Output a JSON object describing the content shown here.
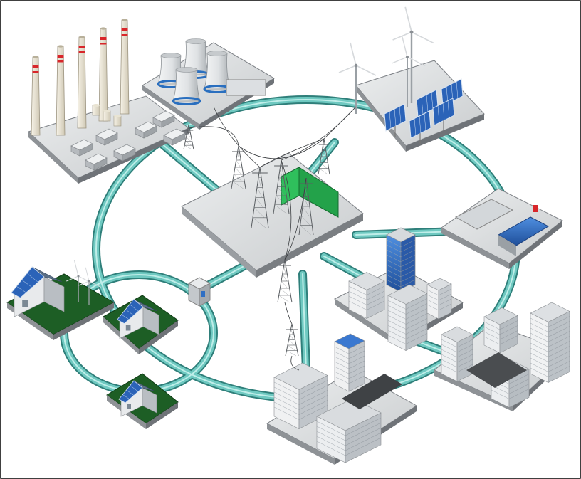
{
  "image": {
    "title": "",
    "labels": []
  },
  "colors": {
    "ring_outer": "#2f7f7a",
    "ring_inner": "#6fc9c1",
    "ring_highlight": "#bfeee9",
    "platform_top": "#d9dbdd",
    "platform_side": "#8e9296",
    "building_light": "#e6e8ea",
    "building_mid": "#c5c9cd",
    "glass_blue": "#2f6fc4",
    "solar_blue": "#2b63b8",
    "substation_green": "#23a24a",
    "chimney_red": "#d8262a",
    "lawn": "#1d5e25",
    "cooling_tower": "#e9ebed",
    "cooling_ring": "#2a6fbf"
  },
  "nodes": [
    {
      "name": "power-plant",
      "icon": "factory-chimneys-icon"
    },
    {
      "name": "cooling-towers",
      "icon": "cooling-tower-icon"
    },
    {
      "name": "wind-solar-farm",
      "icon": "wind-turbine-icon"
    },
    {
      "name": "substation",
      "icon": "transmission-tower-icon"
    },
    {
      "name": "industrial-site",
      "icon": "factory-icon"
    },
    {
      "name": "office-towers",
      "icon": "skyscraper-icon"
    },
    {
      "name": "city-block",
      "icon": "city-icon"
    },
    {
      "name": "apartment-block",
      "icon": "apartment-icon"
    },
    {
      "name": "solar-house-large",
      "icon": "solar-house-icon"
    },
    {
      "name": "solar-house-small-1",
      "icon": "solar-house-icon"
    },
    {
      "name": "solar-house-small-2",
      "icon": "solar-house-icon"
    },
    {
      "name": "local-transformer",
      "icon": "transformer-box-icon"
    }
  ]
}
